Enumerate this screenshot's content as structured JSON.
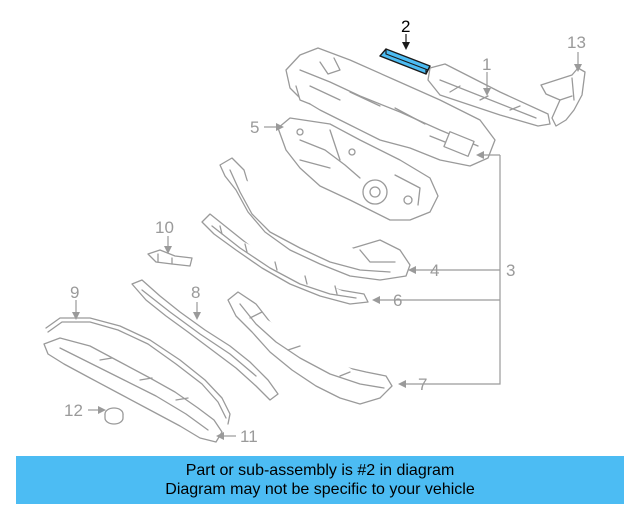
{
  "callouts": {
    "c1": "1",
    "c2": "2",
    "c3": "3",
    "c4": "4",
    "c5": "5",
    "c6": "6",
    "c7": "7",
    "c8": "8",
    "c9": "9",
    "c10": "10",
    "c11": "11",
    "c12": "12",
    "c13": "13"
  },
  "highlight_part": "2",
  "colors": {
    "highlight_fill": "#4cbcf3",
    "banner_bg": "#4cbcf3",
    "line": "#9a9a9a"
  },
  "banner": {
    "line1": "Part or sub-assembly is #2 in diagram",
    "line2": "Diagram may not be specific to your vehicle"
  }
}
